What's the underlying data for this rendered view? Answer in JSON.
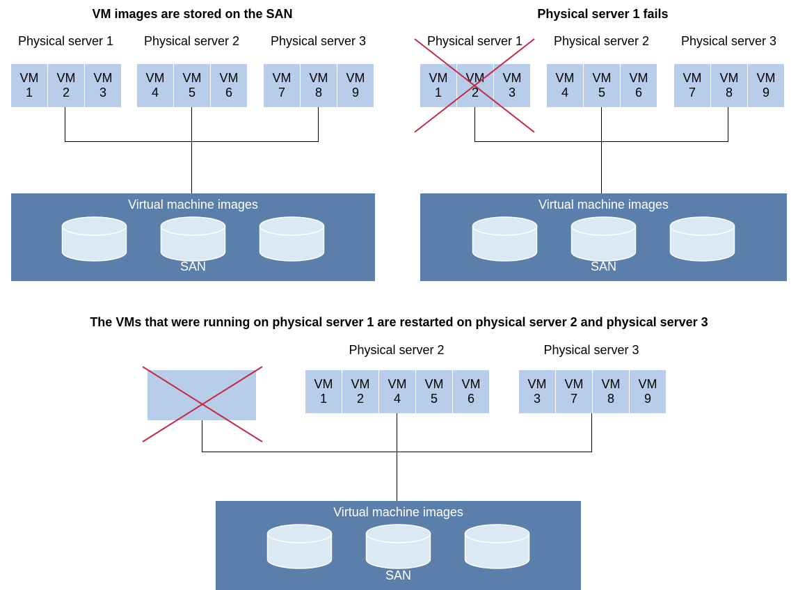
{
  "colors": {
    "vm_fill": "#b7cde9",
    "san_fill": "#5a7fab",
    "disk_fill": "#dbe9f5",
    "cross": "#c42a43"
  },
  "panel1": {
    "title": "VM images are stored on the SAN",
    "servers": [
      {
        "label": "Physical server 1",
        "vms": [
          {
            "a": "VM",
            "b": "1"
          },
          {
            "a": "VM",
            "b": "2"
          },
          {
            "a": "VM",
            "b": "3"
          }
        ]
      },
      {
        "label": "Physical server 2",
        "vms": [
          {
            "a": "VM",
            "b": "4"
          },
          {
            "a": "VM",
            "b": "5"
          },
          {
            "a": "VM",
            "b": "6"
          }
        ]
      },
      {
        "label": "Physical server 3",
        "vms": [
          {
            "a": "VM",
            "b": "7"
          },
          {
            "a": "VM",
            "b": "8"
          },
          {
            "a": "VM",
            "b": "9"
          }
        ]
      }
    ],
    "san_top_label": "Virtual machine images",
    "san_bottom_label": "SAN"
  },
  "panel2": {
    "title": "Physical server 1 fails",
    "servers": [
      {
        "label": "Physical server 1",
        "failed": true,
        "vms": [
          {
            "a": "VM",
            "b": "1"
          },
          {
            "a": "VM",
            "b": "2"
          },
          {
            "a": "VM",
            "b": "3"
          }
        ]
      },
      {
        "label": "Physical server 2",
        "vms": [
          {
            "a": "VM",
            "b": "4"
          },
          {
            "a": "VM",
            "b": "5"
          },
          {
            "a": "VM",
            "b": "6"
          }
        ]
      },
      {
        "label": "Physical server 3",
        "vms": [
          {
            "a": "VM",
            "b": "7"
          },
          {
            "a": "VM",
            "b": "8"
          },
          {
            "a": "VM",
            "b": "9"
          }
        ]
      }
    ],
    "san_top_label": "Virtual machine images",
    "san_bottom_label": "SAN"
  },
  "panel3": {
    "title": "The VMs that were running on physical server 1 are restarted on physical server 2 and physical server 3",
    "servers": [
      {
        "label": "",
        "failed": true,
        "vms": []
      },
      {
        "label": "Physical server 2",
        "vms": [
          {
            "a": "VM",
            "b": "1"
          },
          {
            "a": "VM",
            "b": "2"
          },
          {
            "a": "VM",
            "b": "4"
          },
          {
            "a": "VM",
            "b": "5"
          },
          {
            "a": "VM",
            "b": "6"
          }
        ]
      },
      {
        "label": "Physical server 3",
        "vms": [
          {
            "a": "VM",
            "b": "3"
          },
          {
            "a": "VM",
            "b": "7"
          },
          {
            "a": "VM",
            "b": "8"
          },
          {
            "a": "VM",
            "b": "9"
          }
        ]
      }
    ],
    "san_top_label": "Virtual machine images",
    "san_bottom_label": "SAN"
  }
}
